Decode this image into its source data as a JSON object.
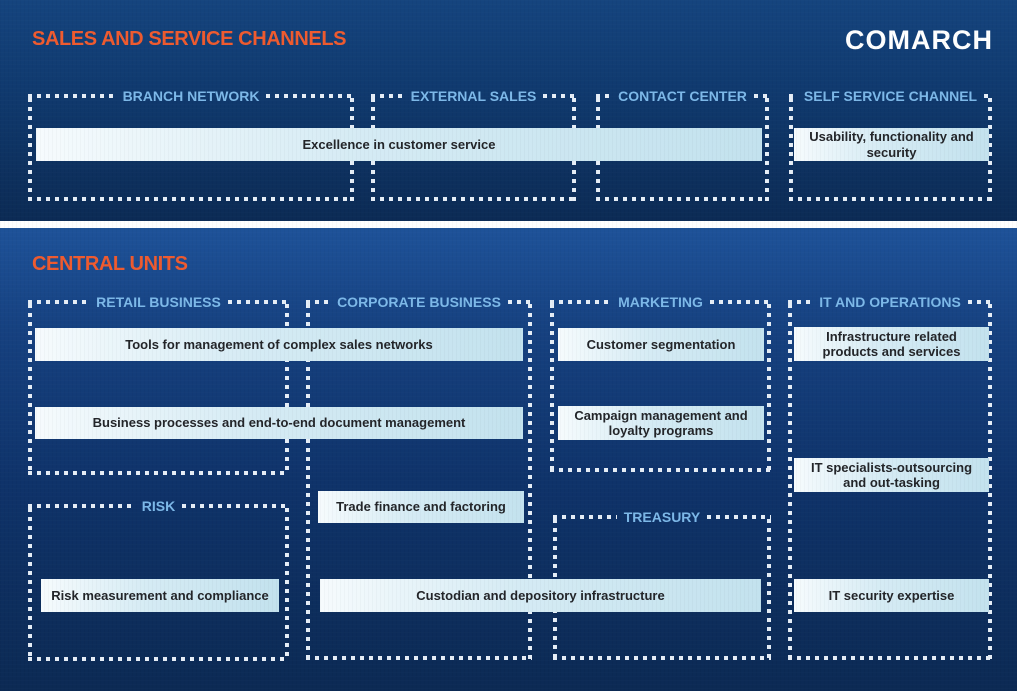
{
  "logo_text": "COMARCH",
  "colors": {
    "accent-orange": "#EF5B2F",
    "header-blue": "#7DB9E9",
    "dot-color": "#E6EEF7",
    "bar-fill": "#C3E2EE",
    "bar-fill-light": "#F6FBFD",
    "bar-text": "#232529",
    "bg-top-start": "#15447E",
    "bg-top-end": "#0C2B55",
    "bg-bottom-start": "#1E5299",
    "bg-bottom-end": "#0C2A54",
    "divider-white": "#FFFFFF"
  },
  "sales_section": {
    "title": "SALES AND SERVICE CHANNELS",
    "columns": [
      {
        "label": "BRANCH NETWORK"
      },
      {
        "label": "EXTERNAL SALES"
      },
      {
        "label": "CONTACT CENTER"
      },
      {
        "label": "SELF SERVICE CHANNEL"
      }
    ],
    "bars": [
      {
        "text": "Excellence in customer service"
      },
      {
        "text": "Usability, functionality and security"
      }
    ]
  },
  "central_section": {
    "title": "CENTRAL UNITS",
    "columns": [
      {
        "label": "RETAIL BUSINESS"
      },
      {
        "label": "CORPORATE BUSINESS"
      },
      {
        "label": "MARKETING"
      },
      {
        "label": "IT AND OPERATIONS"
      },
      {
        "label": "RISK"
      },
      {
        "label": "TREASURY"
      }
    ],
    "bars": [
      {
        "text": "Tools for management of complex sales networks"
      },
      {
        "text": "Business processes and end-to-end document management"
      },
      {
        "text": "Customer segmentation"
      },
      {
        "text": "Campaign management and loyalty programs"
      },
      {
        "text": "Infrastructure related products and services"
      },
      {
        "text": "Trade finance and factoring"
      },
      {
        "text": "IT specialists-outsourcing and out-tasking"
      },
      {
        "text": "Risk measurement and compliance"
      },
      {
        "text": "Custodian and depository infrastructure"
      },
      {
        "text": "IT security expertise"
      }
    ]
  }
}
